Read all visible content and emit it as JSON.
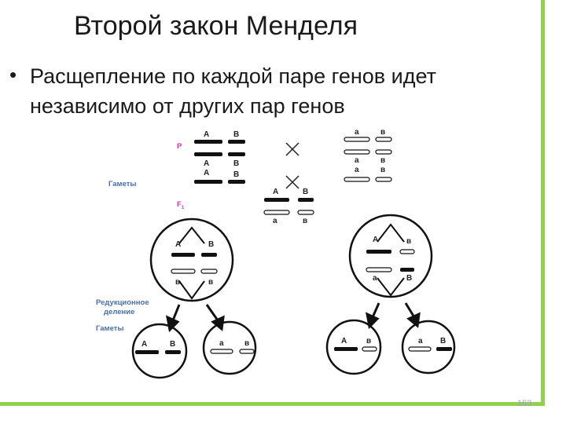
{
  "title": "Второй закон Менделя",
  "bullet": {
    "line1": "Расщепление по каждой паре генов идет",
    "line2": "независимо от других пар генов"
  },
  "diagram": {
    "row_p": "P",
    "row_f1": "F",
    "f1_subscript": "1",
    "gametes_label": "Гаметы",
    "reduction_label_line1": "Редукционное",
    "reduction_label_line2": "деление",
    "gametes_label_2": "Гаметы",
    "gene_A": "A",
    "gene_B": "B",
    "gene_a": "a",
    "gene_b": "в"
  },
  "page_number": "163",
  "colors": {
    "accent_bar": "#92d050",
    "label_blue": "#4a6fb0",
    "label_pink": "#d22fbf"
  }
}
